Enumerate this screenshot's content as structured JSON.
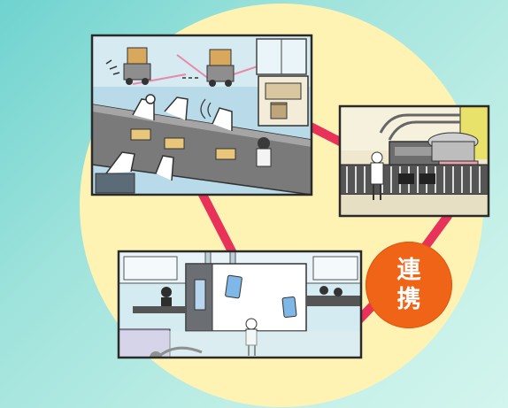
{
  "badge": {
    "line1": "連",
    "line2": "携"
  },
  "colors": {
    "background": "#9fe3dc",
    "circle": "#fff3b4",
    "connector": "#e8325a",
    "badge": "#f06418",
    "panel_border": "#2a2a2a"
  },
  "scenes": [
    {
      "name": "robot-assembly-line-scene"
    },
    {
      "name": "conveyor-machine-scene"
    },
    {
      "name": "factory-building-scene"
    }
  ]
}
